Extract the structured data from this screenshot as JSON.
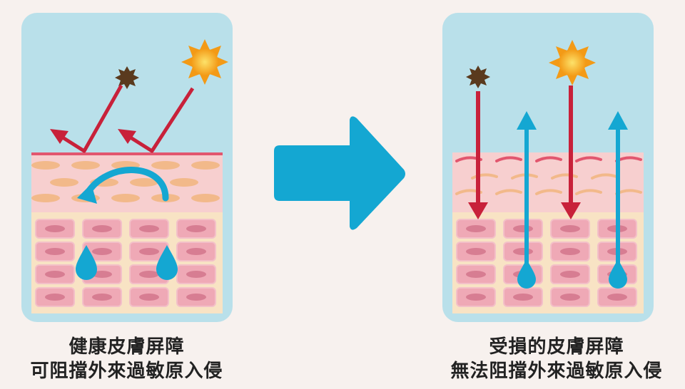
{
  "panels": {
    "healthy": {
      "caption_line1": "健康皮膚屏障",
      "caption_line2": "可阻擋外來過敏原入侵"
    },
    "damaged": {
      "caption_line1": "受損的皮膚屏障",
      "caption_line2": "無法阻擋外來過敏原入侵"
    }
  },
  "colors": {
    "background": "#f7f1ee",
    "sky": "#b9e0ea",
    "skin_top": "#f7cfcf",
    "skin_cells_bg": "#f8e3c4",
    "cell_fill": "#efa9b6",
    "cell_nucleus": "#d77d92",
    "red_arrow": "#c8213a",
    "blue_arrow": "#14a7d2",
    "sun": "#f7a51b",
    "allergen": "#5a3a1e"
  },
  "icons": [
    "sun-icon",
    "allergen-icon",
    "water-drop-icon",
    "transition-arrow-icon"
  ]
}
